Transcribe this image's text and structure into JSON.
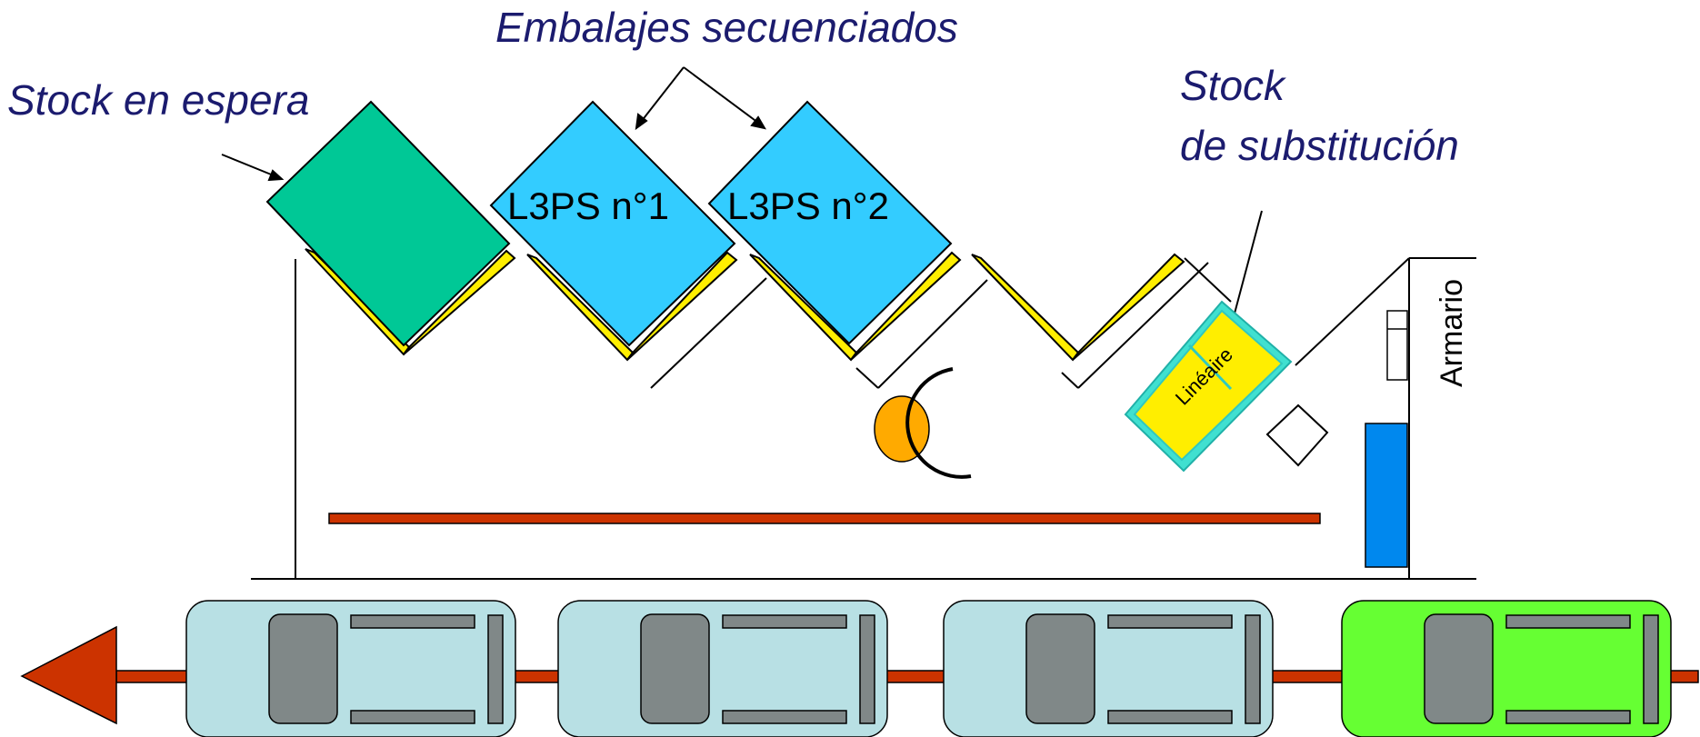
{
  "labels": {
    "stock_espera": "Stock en espera",
    "embalajes": "Embalajes secuenciados",
    "stock_subst_line1": "Stock",
    "stock_subst_line2": "de substitución",
    "armario": "Armario",
    "box1": "L3PS n°1",
    "box2": "L3PS n°2",
    "lineaire": "Linéaire"
  },
  "colors": {
    "label_text": "#1b1b6e",
    "stock_green": "#00c896",
    "box_blue": "#33ccff",
    "rack_yellow": "#ffee00",
    "lineaire_cyan": "#40e0d0",
    "operator_orange": "#ffaa00",
    "conveyor_line": "#cc3300",
    "cabinet_blue": "#0088ee",
    "car_body": "#b8e0e4",
    "car_body_active": "#66ff33",
    "car_parts": "#808888"
  },
  "icons": {
    "conveyor_direction": "arrow-left-icon",
    "operator": "operator-icon"
  },
  "cars": [
    {
      "name": "car-1",
      "active": false
    },
    {
      "name": "car-2",
      "active": false
    },
    {
      "name": "car-3",
      "active": false
    },
    {
      "name": "car-4",
      "active": true
    }
  ]
}
